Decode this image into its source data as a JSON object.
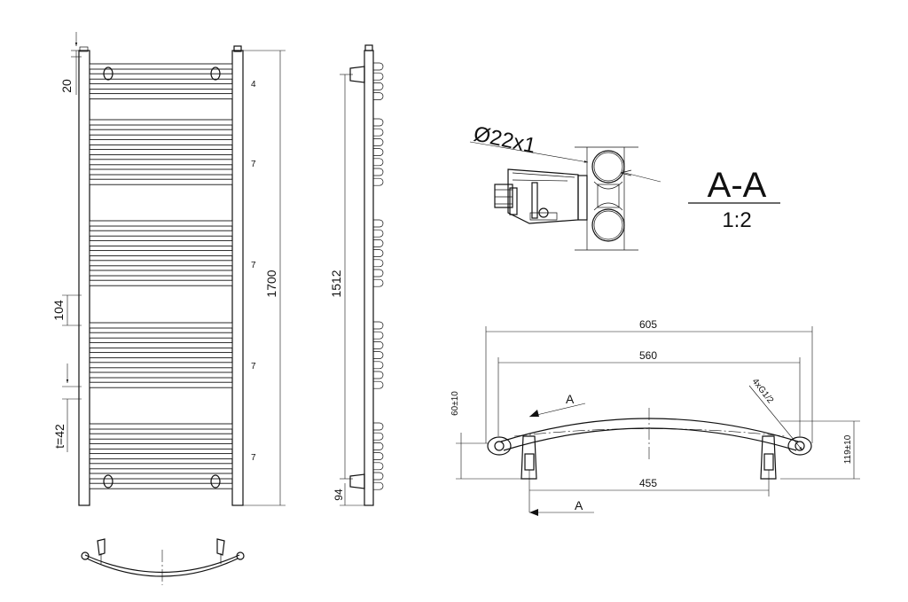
{
  "front_view": {
    "dim_top": "20",
    "dim_gap": "104",
    "dim_tube": "t=42",
    "dim_height": "1700",
    "group_counts": [
      "4",
      "7",
      "7",
      "7",
      "7"
    ]
  },
  "side_view": {
    "dim_height": "1512",
    "dim_bottom": "94"
  },
  "section": {
    "pipe_label": "Ø22x1",
    "title": "A-A",
    "scale": "1:2"
  },
  "plan_view": {
    "dim_605": "605",
    "dim_560": "560",
    "dim_455": "455",
    "dim_60": "60±10",
    "dim_119": "119±10",
    "thread_label": "4xG1/2",
    "section_mark_top": "A",
    "section_mark_bottom": "A"
  }
}
